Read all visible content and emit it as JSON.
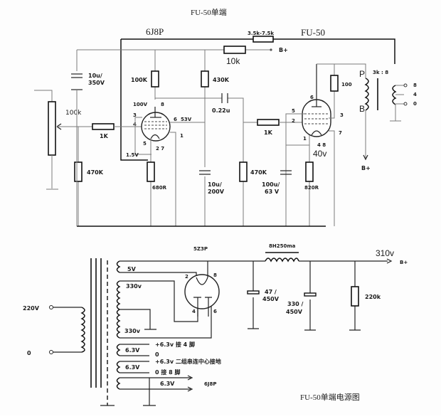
{
  "titles": {
    "top": "FU-50单端",
    "bottom": "FU-50单端电源图"
  },
  "amplifier": {
    "tube_driver": "6J8P",
    "tube_output": "FU-50",
    "feedback_resistor": "3.5k-7.5k",
    "b_plus_resistor": "10k",
    "b_plus_top": "B+",
    "b_plus_output": "B+",
    "decoupling_cap": [
      "10u/",
      "350V"
    ],
    "volume_pot": "100k",
    "grid_stopper_1": "1K",
    "grid_leak_1": "470K",
    "plate_load": "100K",
    "screen_resistor": "430K",
    "coupling_cap": "0.22u",
    "cathode_resistor_1": "680R",
    "screen_bypass_cap": [
      "10u/",
      "200V"
    ],
    "grid_leak_2": "470K",
    "grid_stopper_2": "1K",
    "cathode_cap_2": [
      "100u/",
      "63 V"
    ],
    "cathode_resistor_2": "820R",
    "screen_resistor_2": "100",
    "voltages": {
      "v1_plate": "100V",
      "v1_screen": "53V",
      "v1_cathode": "1.5V",
      "v2_cathode": "40v"
    },
    "pins_v1": {
      "plate": "8",
      "g1": "4",
      "g3": "3",
      "k": "5",
      "heater": "2 7",
      "g2": "6",
      "cap": "1"
    },
    "pins_v2": {
      "plate": "6",
      "g1": "2",
      "g2": "5",
      "g3": "3",
      "heater": "4 8",
      "k": "1",
      "pin7": "7"
    },
    "output_transformer": {
      "ratio": "3k : 8",
      "primary_top": "P",
      "primary_bottom": "B",
      "taps": [
        "8",
        "4",
        "0"
      ]
    }
  },
  "power_supply": {
    "rectifier": "5Z3P",
    "rect_pins": {
      "p2": "2",
      "p8": "8",
      "p4": "4",
      "p6": "6"
    },
    "mains": "220V",
    "mains_zero": "0",
    "sec_5v": "5V",
    "sec_hv_top": "330v",
    "sec_hv_bottom": "330v",
    "heater_windings": [
      {
        "label": "6.3V",
        "top_note": "+6.3v  接 4 脚",
        "bottom_note": "0"
      },
      {
        "label": "6.3V",
        "top_note": "+6.3v  二组串连中心接地",
        "bottom_note": "0   接 8 脚"
      },
      {
        "label": "6.3V",
        "dest": "6J8P"
      }
    ],
    "choke": "8H250ma",
    "cap_1": [
      "47 /",
      "450V"
    ],
    "cap_2": [
      "330 /",
      "450V"
    ],
    "bleeder": "220k",
    "b_plus_voltage": "310v",
    "b_plus": "B+"
  }
}
